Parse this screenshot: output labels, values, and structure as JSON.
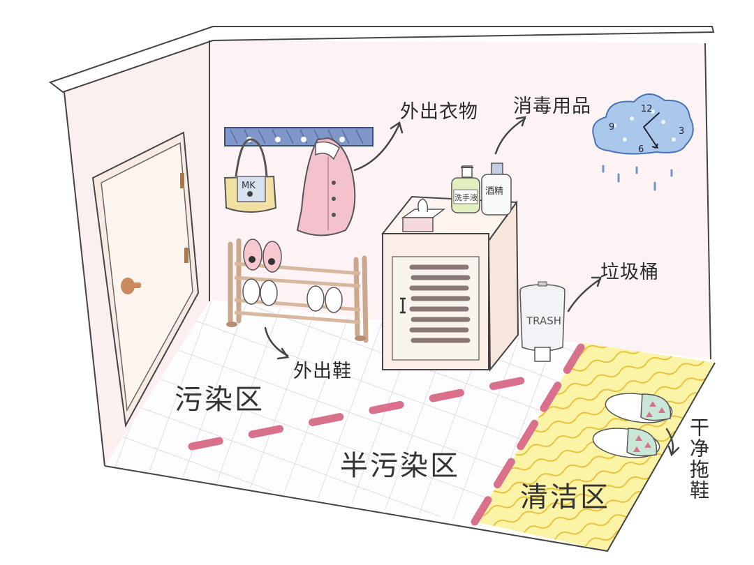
{
  "labels": {
    "outer_clothes": "外出衣物",
    "disinfectant": "消毒用品",
    "trash_can": "垃圾桶",
    "outdoor_shoes": "外出鞋",
    "clean_slippers": "干净拖鞋"
  },
  "zones": {
    "contaminated": "污染区",
    "semi_contaminated": "半污染区",
    "clean": "清洁区"
  },
  "bag_text": "MK",
  "trash_text": "TRASH",
  "bottle_left_text": "洗手液",
  "bottle_right_text": "酒精",
  "clock": {
    "n12": "12",
    "n3": "3",
    "n6": "6",
    "n9": "9"
  },
  "colors": {
    "dashed_line": "#d9708c",
    "hook_rack": "#7f97c9",
    "clock_cloud": "#a9c8ec",
    "clean_floor": "#fbf3a6",
    "door": "#f7ebe4",
    "coat": "#f3c2cc"
  }
}
